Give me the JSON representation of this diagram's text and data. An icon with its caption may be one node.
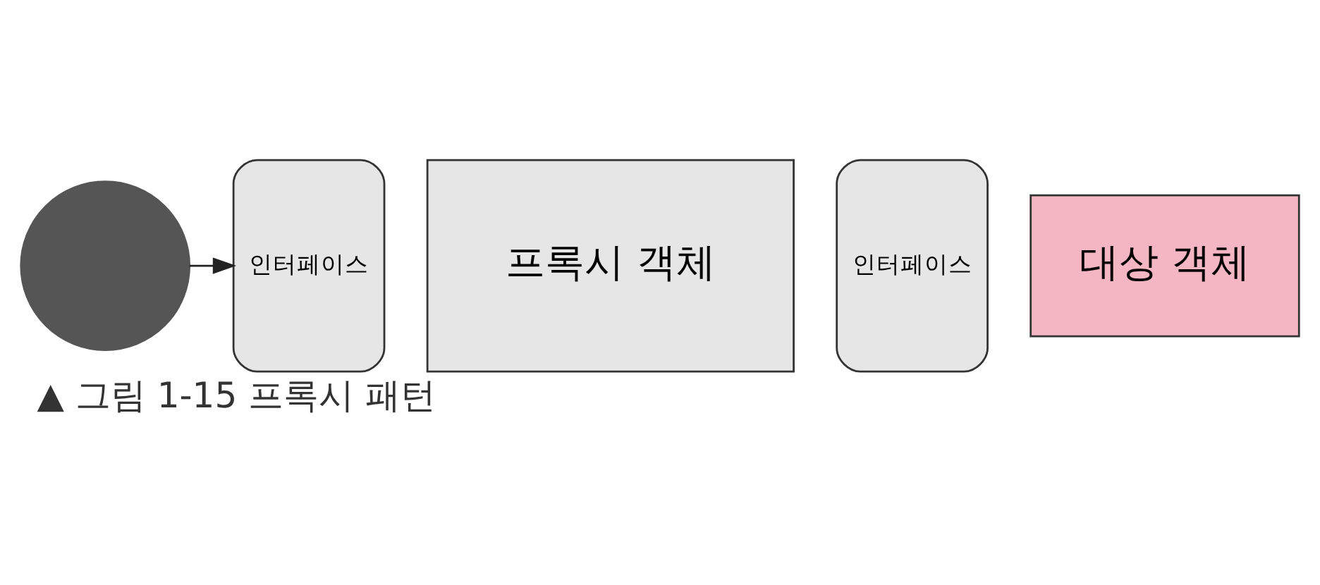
{
  "diagram": {
    "caption": "▲ 그림 1-15 프록시 패턴",
    "nodes": [
      {
        "text": [],
        "shape": "person"
      },
      {
        "text": [
          "인터페이스"
        ]
      },
      {
        "text": [
          "프록시 객체"
        ]
      },
      {
        "text": [
          "인터페이스"
        ]
      },
      {
        "text": [
          "대상 객체"
        ]
      }
    ],
    "edges": [
      {
        "from": 0,
        "to": 1,
        "arrow": "to"
      }
    ]
  }
}
